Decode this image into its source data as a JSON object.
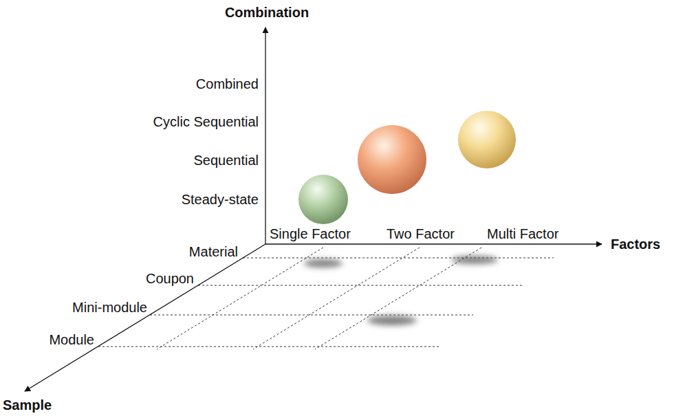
{
  "diagram": {
    "labels": [
      "Combination",
      "Combined",
      "Cyclic Sequential",
      "Sequential",
      "Steady-state",
      "Single Factor",
      "Two Factor",
      "Multi Factor",
      "Factors",
      "Material",
      "Coupon",
      "Mini-module",
      "Module",
      "Sample"
    ]
  }
}
